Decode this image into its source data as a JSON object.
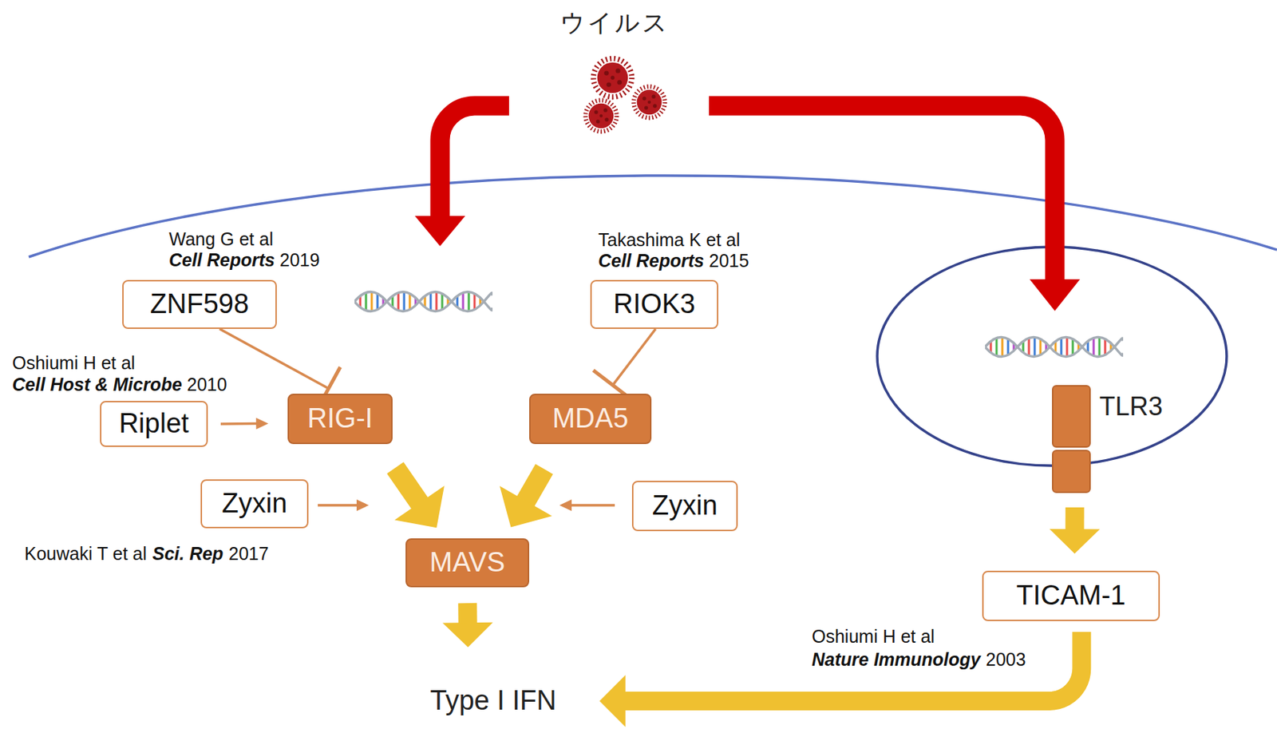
{
  "diagram": {
    "nodes": [
      {
        "text": [
          "ZNF598"
        ]
      },
      {
        "text": [
          "RIOK3"
        ]
      },
      {
        "text": [
          "Riplet"
        ]
      },
      {
        "text": [
          "RIG-I"
        ]
      },
      {
        "text": [
          "MDA5"
        ]
      },
      {
        "text": [
          "Zyxin"
        ]
      },
      {
        "text": [
          "Zyxin"
        ]
      },
      {
        "text": [
          "MAVS"
        ]
      },
      {
        "text": [
          "TLR3"
        ]
      },
      {
        "text": [
          "TICAM-1"
        ]
      },
      {
        "text": [
          "Type I IFN"
        ]
      }
    ],
    "edges": [
      {
        "from": 0,
        "to": 3,
        "arrow": "to"
      },
      {
        "from": 1,
        "to": 4,
        "arrow": "to"
      },
      {
        "from": 2,
        "to": 3,
        "arrow": "to"
      },
      {
        "from": 3,
        "to": 7,
        "arrow": "to"
      },
      {
        "from": 4,
        "to": 7,
        "arrow": "to"
      },
      {
        "from": 7,
        "to": 10,
        "arrow": "to"
      },
      {
        "from": 8,
        "to": 9,
        "arrow": "to"
      },
      {
        "from": 9,
        "to": 10,
        "arrow": "to"
      }
    ],
    "labels": [
      "ウイルス",
      "Wang G et al",
      "Cell Reports",
      "2019",
      "Takashima K et al",
      "Cell Reports",
      "2015",
      "Oshiumi H et al",
      "Cell Host & Microbe",
      "2010",
      "Kouwaki T et al",
      "Sci. Rep",
      "2017",
      "Oshiumi H et al",
      "Nature Immunology",
      "2003"
    ]
  }
}
